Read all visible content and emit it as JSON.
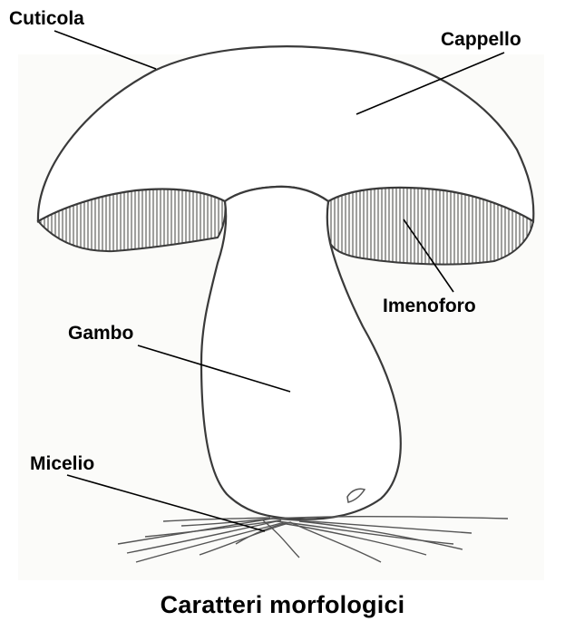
{
  "labels": {
    "cuticola": "Cuticola",
    "cappello": "Cappello",
    "imenoforo": "Imenoforo",
    "gambo": "Gambo",
    "micelio": "Micelio"
  },
  "caption": "Caratteri morfologici",
  "colors": {
    "ink": "#000000",
    "paper": "#fbfbf9",
    "sketch": "#3a3a3a"
  }
}
